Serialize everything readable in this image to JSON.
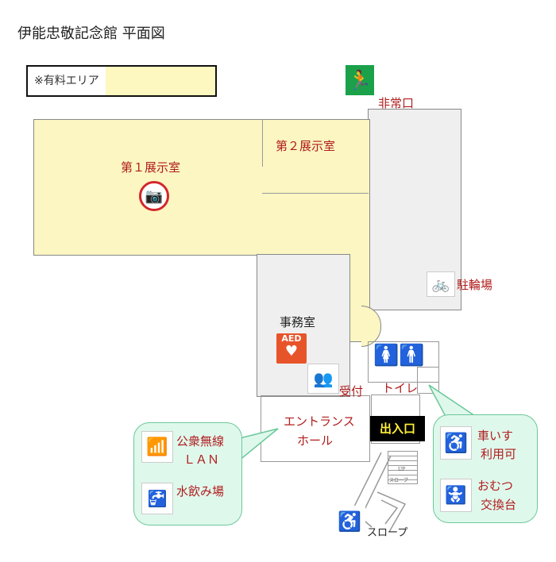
{
  "title": "伊能忠敬記念館 平面図",
  "legend": {
    "label": "※有料エリア",
    "color": "#fbf6c2"
  },
  "rooms": {
    "exhibit1": "第１展示室",
    "exhibit2": "第２展示室",
    "office": "事務室",
    "reception": "受付",
    "toilet": "トイレ",
    "entrance_hall_1": "エントランス",
    "entrance_hall_2": "ホール",
    "entrance": "出入口",
    "emergency_exit": "非常口",
    "bicycle_parking": "駐輪場",
    "slope": "スロープ",
    "stairs_up": "UP",
    "stairs_slope": "スロープ"
  },
  "aed": "AED",
  "left_bubble": {
    "wifi_1": "公衆無線",
    "wifi_2": "ＬＡＮ",
    "water": "水飲み場"
  },
  "right_bubble": {
    "wheelchair_1": "車いす",
    "wheelchair_2": "利用可",
    "diaper_1": "おむつ",
    "diaper_2": "交換台"
  },
  "colors": {
    "paid_area": "#fbf6c2",
    "label_red": "#b01c1c",
    "exit_green": "#1aa14a",
    "aed_orange": "#e8542a",
    "bubble": "#dff8ec"
  }
}
